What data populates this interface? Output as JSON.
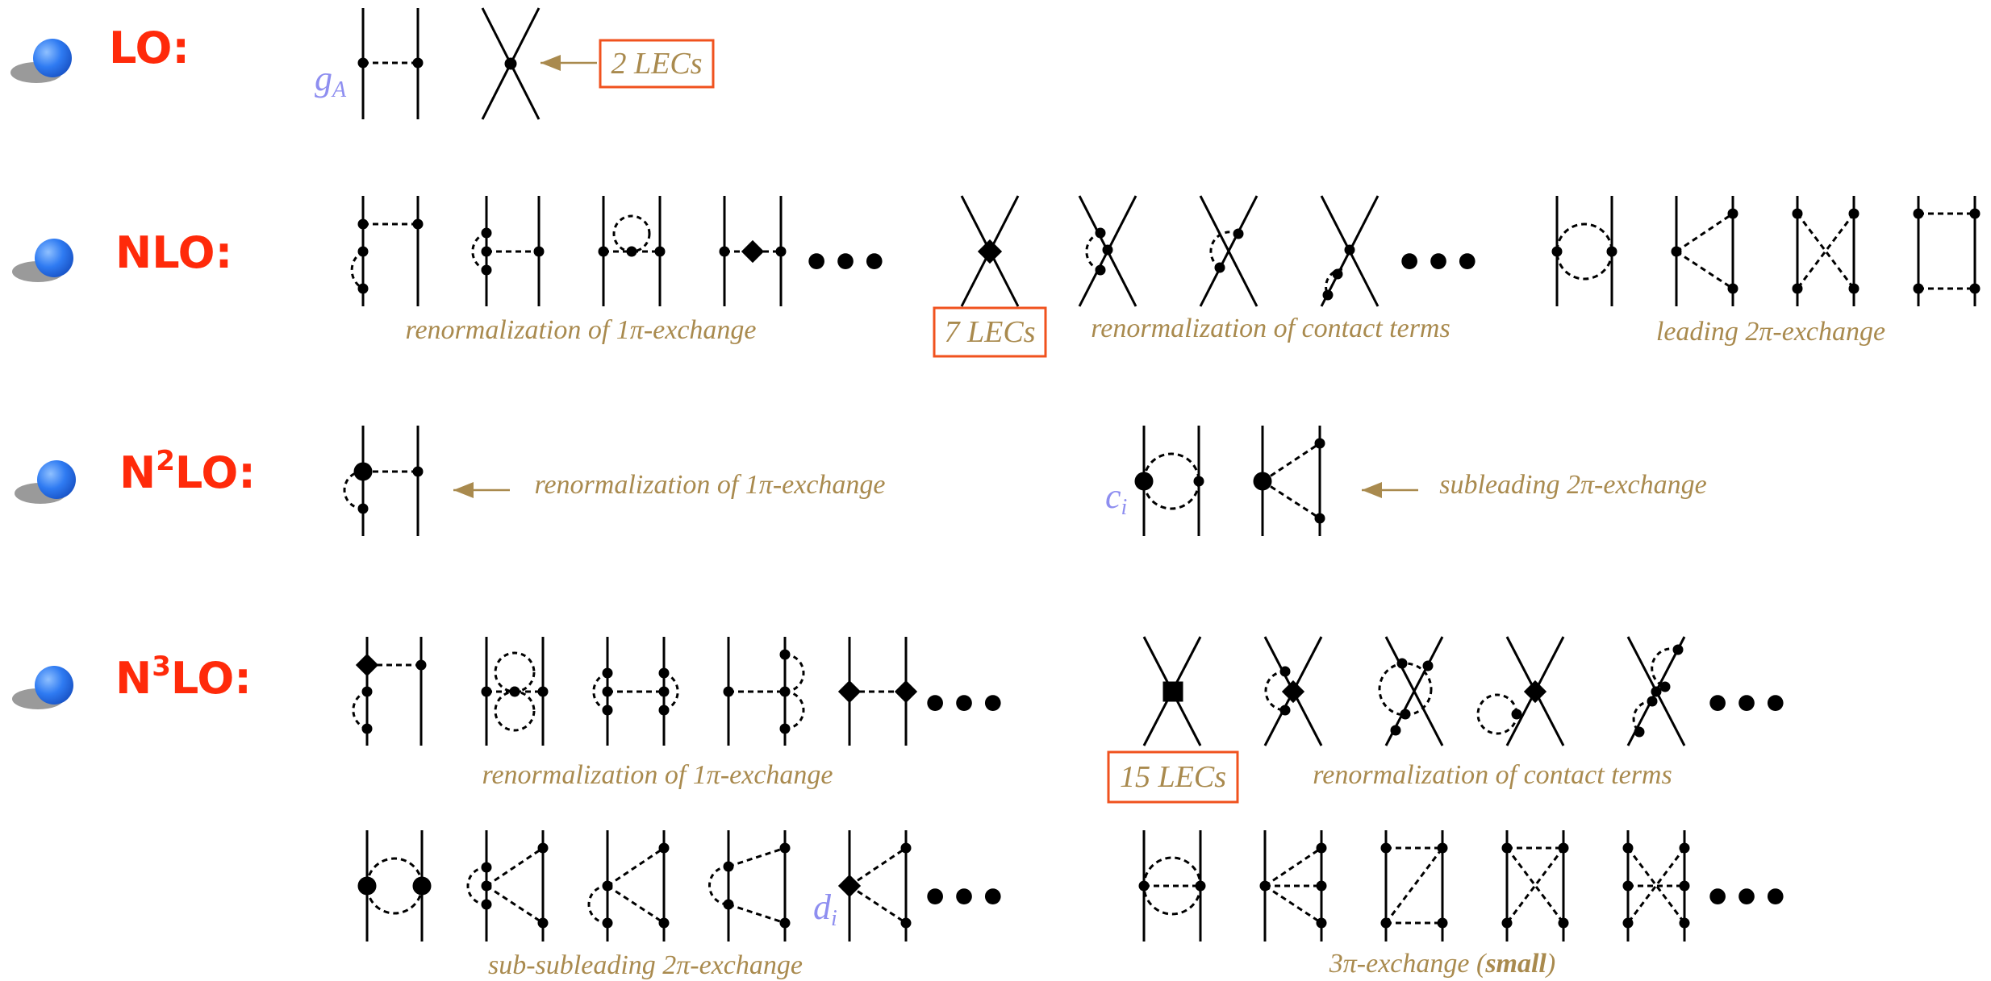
{
  "orders": {
    "lo": {
      "label": "LO:"
    },
    "nlo": {
      "label": "NLO:"
    },
    "n2lo": {
      "base": "N",
      "sup": "2",
      "tail": "LO:"
    },
    "n3lo": {
      "base": "N",
      "sup": "3",
      "tail": "LO:"
    }
  },
  "couplings": {
    "ga": {
      "main": "g",
      "sub": "A"
    },
    "ci": {
      "main": "c",
      "sub": "i"
    },
    "di": {
      "main": "d",
      "sub": "i"
    }
  },
  "lec_boxes": {
    "lo": "2 LECs",
    "nlo": "7 LECs",
    "n3lo": "15 LECs"
  },
  "captions": {
    "nlo_renorm_1pi": "renormalization of 1π-exchange",
    "nlo_renorm_contact": "renormalization of contact terms",
    "nlo_leading_2pi": "leading 2π-exchange",
    "n2lo_renorm_1pi": "renormalization of 1π-exchange",
    "n2lo_subleading_2pi": "subleading 2π-exchange",
    "n3lo_renorm_1pi": "renormalization of 1π-exchange",
    "n3lo_renorm_contact": "renormalization of contact terms",
    "n3lo_subsubleading_2pi": "sub-subleading 2π-exchange",
    "n3lo_3pi_pre": "3π-exchange (",
    "n3lo_3pi_bold": "small",
    "n3lo_3pi_post": ")"
  },
  "ellipsis": "•••",
  "colors": {
    "order_label": "#ff2a0a",
    "caption": "#a98a4e",
    "lec_box_border": "#f0521e",
    "coupling": "#8e8ef0",
    "bullet": "#2f7bf2",
    "line": "#000000"
  }
}
